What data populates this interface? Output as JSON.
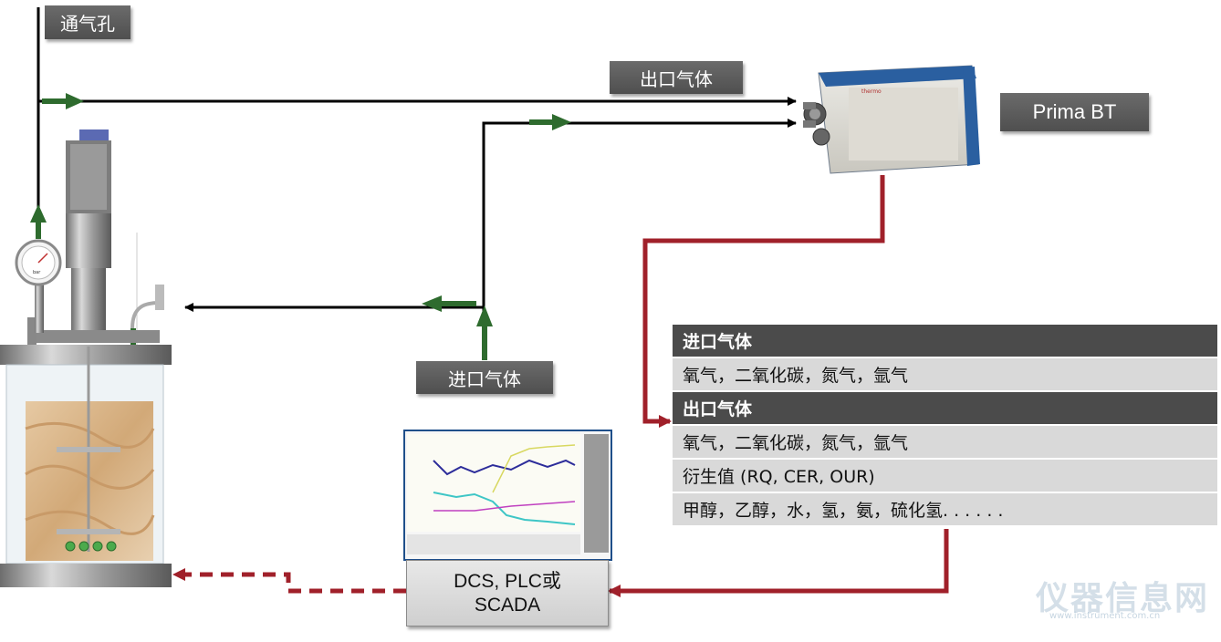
{
  "labels": {
    "vent": "通气孔",
    "outlet_gas": "出口气体",
    "prima": "Prima BT",
    "inlet_gas": "进口气体"
  },
  "table": {
    "inlet_header": "进口气体",
    "inlet_gases": "氧气，二氧化碳，氮气，氩气",
    "outlet_header": "出口气体",
    "outlet_gases": "氧气，二氧化碳，氮气，氩气",
    "derived": "衍生值 (RQ, CER, OUR)",
    "others": "甲醇，乙醇，水，氢，氨，硫化氢. . . . . ."
  },
  "control": {
    "line1": "DCS, PLC或",
    "line2": "SCADA"
  },
  "watermark": {
    "text": "仪器信息网",
    "sub": "www.instrument.com.cn"
  },
  "colors": {
    "gas_line": "#000000",
    "flow_arrow": "#2e6b2e",
    "signal_line": "#a0202a",
    "label_bg": "#5a5a5a",
    "analyzer_blue": "#2a5fa0"
  },
  "icons": {
    "analyzer": "mass-spectrometer-icon",
    "bioreactor": "bioreactor-vessel-icon",
    "gauge": "pressure-gauge-icon",
    "screen": "process-chart-screen-icon"
  }
}
